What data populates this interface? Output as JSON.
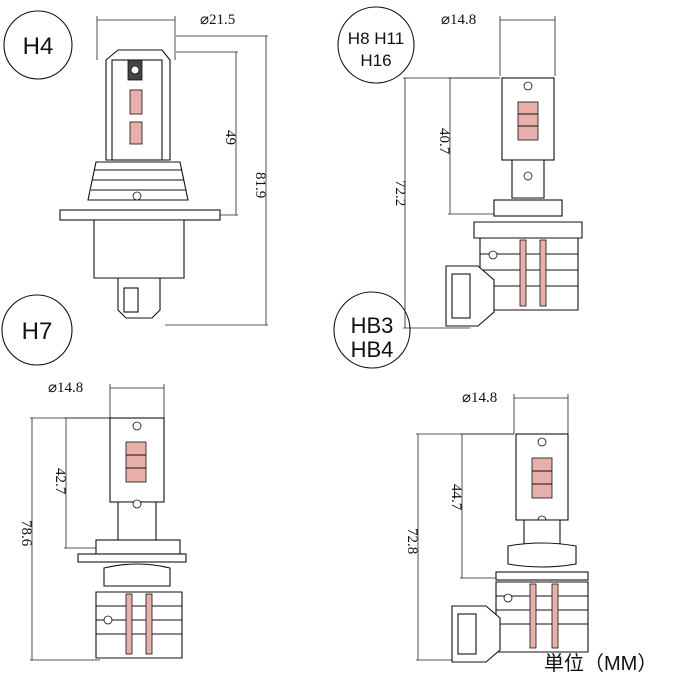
{
  "labels": {
    "h4": "H4",
    "h8_line1": "H8 H11",
    "h8_line2": "H16",
    "h7": "H7",
    "hb3": "HB3",
    "hb4": "HB4"
  },
  "h4": {
    "diameter": "⌀21.5",
    "chip_height": "49",
    "total_height": "81.9"
  },
  "h8": {
    "diameter": "⌀14.8",
    "chip_height": "40.7",
    "total_height": "72.2"
  },
  "h7": {
    "diameter": "⌀14.8",
    "chip_height": "42.7",
    "total_height": "78.6"
  },
  "hb": {
    "diameter": "⌀14.8",
    "chip_height": "44.7",
    "total_height": "72.8"
  },
  "unit_label": "単位（MM）"
}
